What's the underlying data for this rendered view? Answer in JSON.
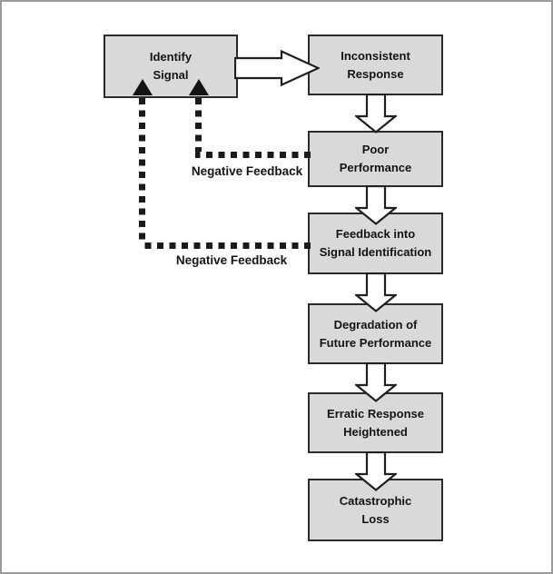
{
  "diagram": {
    "type": "flowchart",
    "colors": {
      "box_fill": "#d9d9d9",
      "box_border": "#2b2b2b",
      "dash_color": "#1a1a1a",
      "block_arrow_fill": "#ffffff",
      "block_arrow_outline": "#1f1f1f",
      "frame_border": "#9b9b9b",
      "background": "#ffffff"
    },
    "nodes": [
      {
        "id": "identify-signal",
        "lines": [
          "Identify",
          "Signal"
        ]
      },
      {
        "id": "inconsistent-response",
        "lines": [
          "Inconsistent",
          "Response"
        ]
      },
      {
        "id": "poor-performance",
        "lines": [
          "Poor",
          "Performance"
        ]
      },
      {
        "id": "feedback-into-signal-identification",
        "lines": [
          "Feedback into",
          "Signal Identification"
        ]
      },
      {
        "id": "degradation-of-future-performance",
        "lines": [
          "Degradation of",
          "Future Performance"
        ]
      },
      {
        "id": "erratic-response-heightened",
        "lines": [
          "Erratic Response",
          "Heightened"
        ]
      },
      {
        "id": "catastrophic-loss",
        "lines": [
          "Catastrophic",
          "Loss"
        ]
      }
    ],
    "edges": [
      {
        "from": "identify-signal",
        "to": "inconsistent-response",
        "style": "block-arrow",
        "direction": "right"
      },
      {
        "from": "inconsistent-response",
        "to": "poor-performance",
        "style": "block-arrow",
        "direction": "down"
      },
      {
        "from": "poor-performance",
        "to": "feedback-into-signal-identification",
        "style": "block-arrow",
        "direction": "down"
      },
      {
        "from": "feedback-into-signal-identification",
        "to": "degradation-of-future-performance",
        "style": "block-arrow",
        "direction": "down"
      },
      {
        "from": "degradation-of-future-performance",
        "to": "erratic-response-heightened",
        "style": "block-arrow",
        "direction": "down"
      },
      {
        "from": "erratic-response-heightened",
        "to": "catastrophic-loss",
        "style": "block-arrow",
        "direction": "down"
      },
      {
        "from": "poor-performance",
        "to": "identify-signal",
        "style": "dashed-arrow",
        "label": "Negative Feedback"
      },
      {
        "from": "feedback-into-signal-identification",
        "to": "identify-signal",
        "style": "dashed-arrow",
        "label": "Negative Feedback"
      }
    ],
    "feedback_labels": [
      {
        "text": "Negative Feedback"
      },
      {
        "text": "Negative Feedback"
      }
    ]
  }
}
